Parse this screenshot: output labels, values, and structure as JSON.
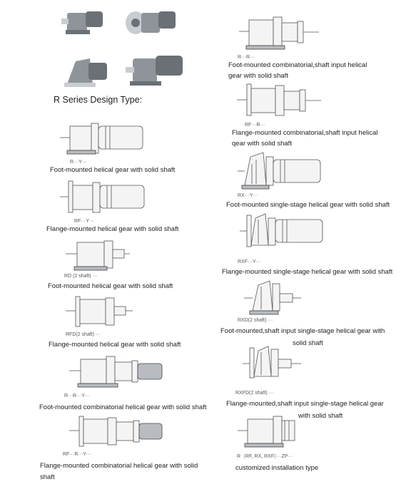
{
  "heading": "R  Series Design Type:",
  "icons": {
    "photo": "gearbox-photo",
    "drawing": "gearbox-drawing"
  },
  "colors": {
    "background": "#ffffff",
    "text": "#222222",
    "line": "#555555"
  },
  "items": [
    {
      "code": "R···Y···",
      "desc": [
        "Foot-mounted helical gear with solid shaft"
      ]
    },
    {
      "code": "RF···Y···",
      "desc": [
        "Flange-mounted helical gear with solid shaft"
      ]
    },
    {
      "code": "RD (2 shaft) ···",
      "desc": [
        "Foot-mounted helical gear with solid shaft"
      ]
    },
    {
      "code": "RFD(2 shaft)  ···",
      "desc": [
        "Flange-mounted helical gear with solid shaft"
      ]
    },
    {
      "code": "R···R···Y···",
      "desc": [
        "Foot-mounted combinatorial helical gear with solid shaft"
      ]
    },
    {
      "code": "RF···R···Y···",
      "desc": [
        "Flange-mounted combinatorial helical gear with solid",
        "shaft"
      ]
    },
    {
      "code": "R···R···",
      "desc": [
        "Foot-mounted combinatorial,shaft input helical",
        "gear with solid shaft"
      ]
    },
    {
      "code": "RF···R···",
      "desc": [
        "Flange-mounted combinatorial,shaft input helical",
        "qear with solid shaft"
      ]
    },
    {
      "code": "RX···Y···",
      "desc": [
        "Foot-mounted single-stage helical gear with solid shaft"
      ]
    },
    {
      "code": "RXF···Y···",
      "desc": [
        "Flange-mounted single-stage helical gear with solid shaft"
      ]
    },
    {
      "code": "RXD(2 shaft)  ···",
      "desc": [
        "Foot-mounted,shaft input single-stage helical gear with",
        "solid shaft"
      ]
    },
    {
      "code": "RXFD(2 shaft)  ···",
      "desc": [
        "Flange-mounted,shaft input single-stage helical gear",
        "with solid shaft"
      ]
    },
    {
      "code": "R（RF, RX, RXF）···ZP···",
      "desc": [
        "customized installation type"
      ]
    }
  ]
}
